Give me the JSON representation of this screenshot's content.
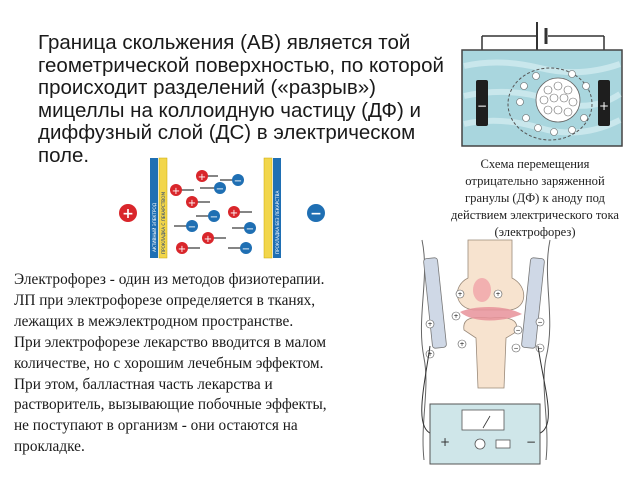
{
  "heading": {
    "lines": [
      "Граница скольжения (АВ) является той",
      "геометрической поверхностью, по которой",
      "происходит разделений («разрыв»)",
      "мицеллы на коллоидную частицу (ДФ) и",
      "диффузный слой (ДС) в электрическом",
      "поле."
    ]
  },
  "caption": {
    "lines": [
      "Схема перемещения",
      "отрицательно заряженной",
      "гранулы (ДФ) к аноду под",
      "действием электрического тока",
      "(электрофорез)"
    ]
  },
  "body": {
    "lines": [
      "Электрофорез - один из методов физиотерапии.",
      "ЛП при электрофорезе определяется в тканях,",
      "лежащих в межэлектродном пространстве.",
      "При электрофорезе лекарство вводится в малом",
      "количестве, но с хорошим лечебным эффектом.",
      "При этом, балластная часть лекарства и",
      "растворитель, вызывающие побочные эффекты,",
      "не поступают в организм - они остаются на",
      "прокладке."
    ]
  },
  "figures": {
    "ion_diagram": {
      "left_outer_sign": "+",
      "right_outer_sign": "−",
      "strip_texts": [
        "АКТИВНЫЙ ЭЛЕКТРОД",
        "ПРОКЛАДКА С ЛЕКАРСТВОМ",
        "ПРОКЛАДКА БЕЗ ЛЕКАРСТВА"
      ]
    },
    "cell": {
      "plus": "+",
      "minus": "−"
    },
    "device": {
      "plus": "+",
      "minus": "−"
    }
  },
  "colors": {
    "red": "#d9262b",
    "blue": "#1f6fb3",
    "water": "#9ecfd8",
    "yellow": "#f2d64b"
  }
}
